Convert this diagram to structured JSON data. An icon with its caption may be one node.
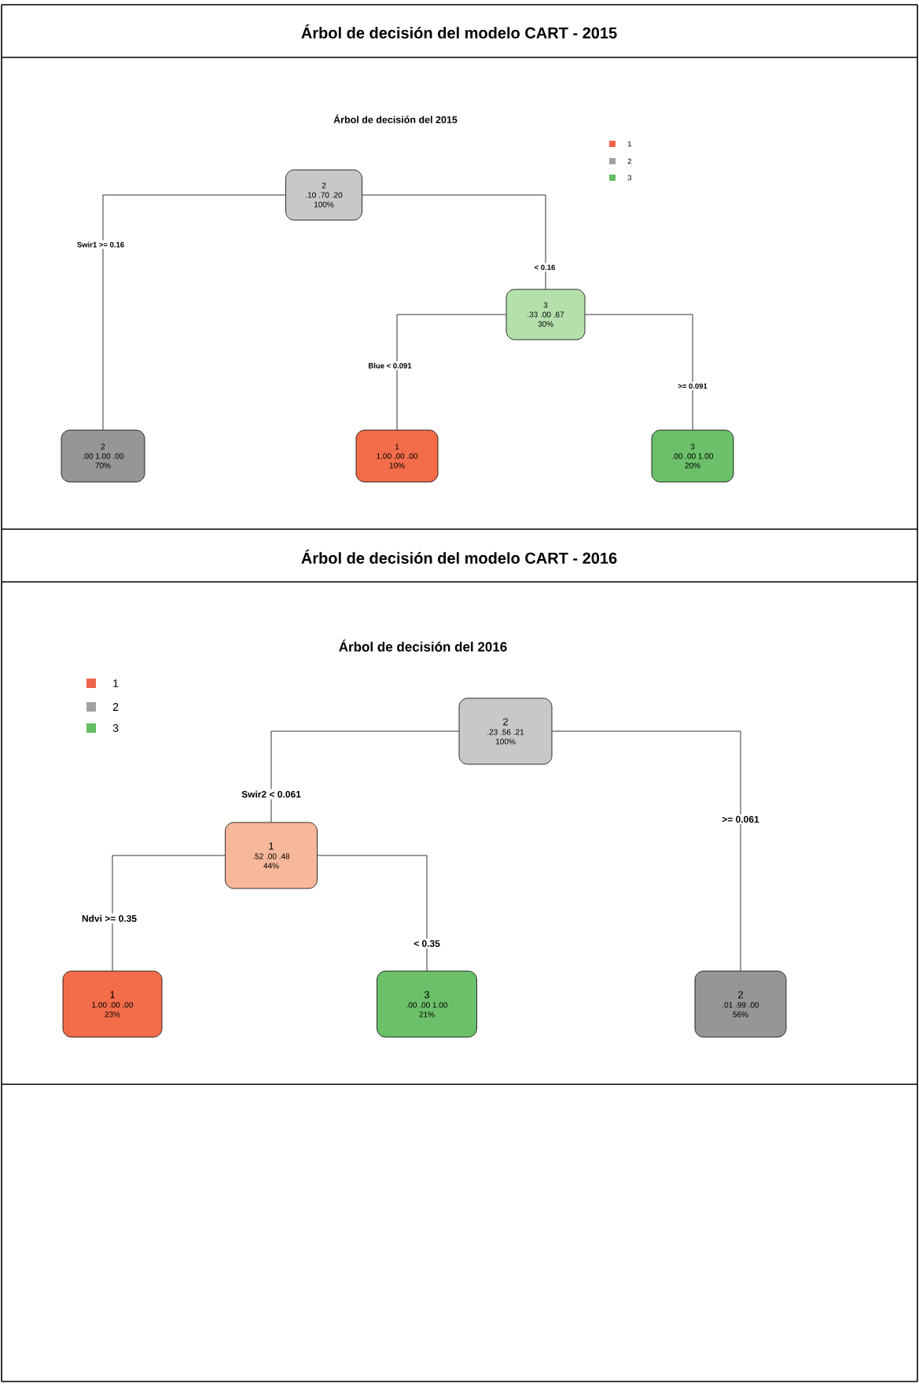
{
  "diagram": {
    "nodes": [
      {
        "text": [
          "2",
          ".10 .70 .20",
          "100%"
        ]
      },
      {
        "text": [
          "3",
          ".33 .00 .67",
          "30%"
        ]
      },
      {
        "text": [
          "2",
          ".00 1.00 .00",
          "70%"
        ]
      },
      {
        "text": [
          "1",
          "1.00 .00 .00",
          "10%"
        ]
      },
      {
        "text": [
          "3",
          ".00 .00 1.00",
          "20%"
        ]
      },
      {
        "text": [
          "2",
          ".23 .56 .21",
          "100%"
        ]
      },
      {
        "text": [
          "1",
          ".52 .00 .48",
          "44%"
        ]
      },
      {
        "text": [
          "1",
          "1.00 .00 .00",
          "23%"
        ]
      },
      {
        "text": [
          "3",
          ".00 .00 1.00",
          "21%"
        ]
      },
      {
        "text": [
          "2",
          ".01 .99 .00",
          "56%"
        ]
      }
    ],
    "edges": [
      {
        "from": 0,
        "to": 2,
        "arrow": "none",
        "label": "Swir1 >= 0.16"
      },
      {
        "from": 0,
        "to": 1,
        "arrow": "none",
        "label": "< 0.16"
      },
      {
        "from": 1,
        "to": 3,
        "arrow": "none",
        "label": "Blue < 0.091"
      },
      {
        "from": 1,
        "to": 4,
        "arrow": "none",
        "label": ">= 0.091"
      },
      {
        "from": 5,
        "to": 6,
        "arrow": "none",
        "label": "Swir2 < 0.061"
      },
      {
        "from": 5,
        "to": 9,
        "arrow": "none",
        "label": ">= 0.061"
      },
      {
        "from": 6,
        "to": 7,
        "arrow": "none",
        "label": "Ndvi >= 0.35"
      },
      {
        "from": 6,
        "to": 8,
        "arrow": "none",
        "label": "< 0.35"
      }
    ],
    "labels": [
      "Árbol de decisión del modelo CART - 2015",
      "Árbol de decisión del 2015",
      "Árbol de decisión del modelo CART - 2016",
      "Árbol de decisión del 2016"
    ],
    "legend": [
      {
        "text": "1",
        "color": "#f0654a"
      },
      {
        "text": "2",
        "color": "#a0a0a0"
      },
      {
        "text": "3",
        "color": "#66bd63"
      },
      {
        "text": "1",
        "color": "#f0654a"
      },
      {
        "text": "2",
        "color": "#a0a0a0"
      },
      {
        "text": "3",
        "color": "#66bd63"
      }
    ]
  }
}
